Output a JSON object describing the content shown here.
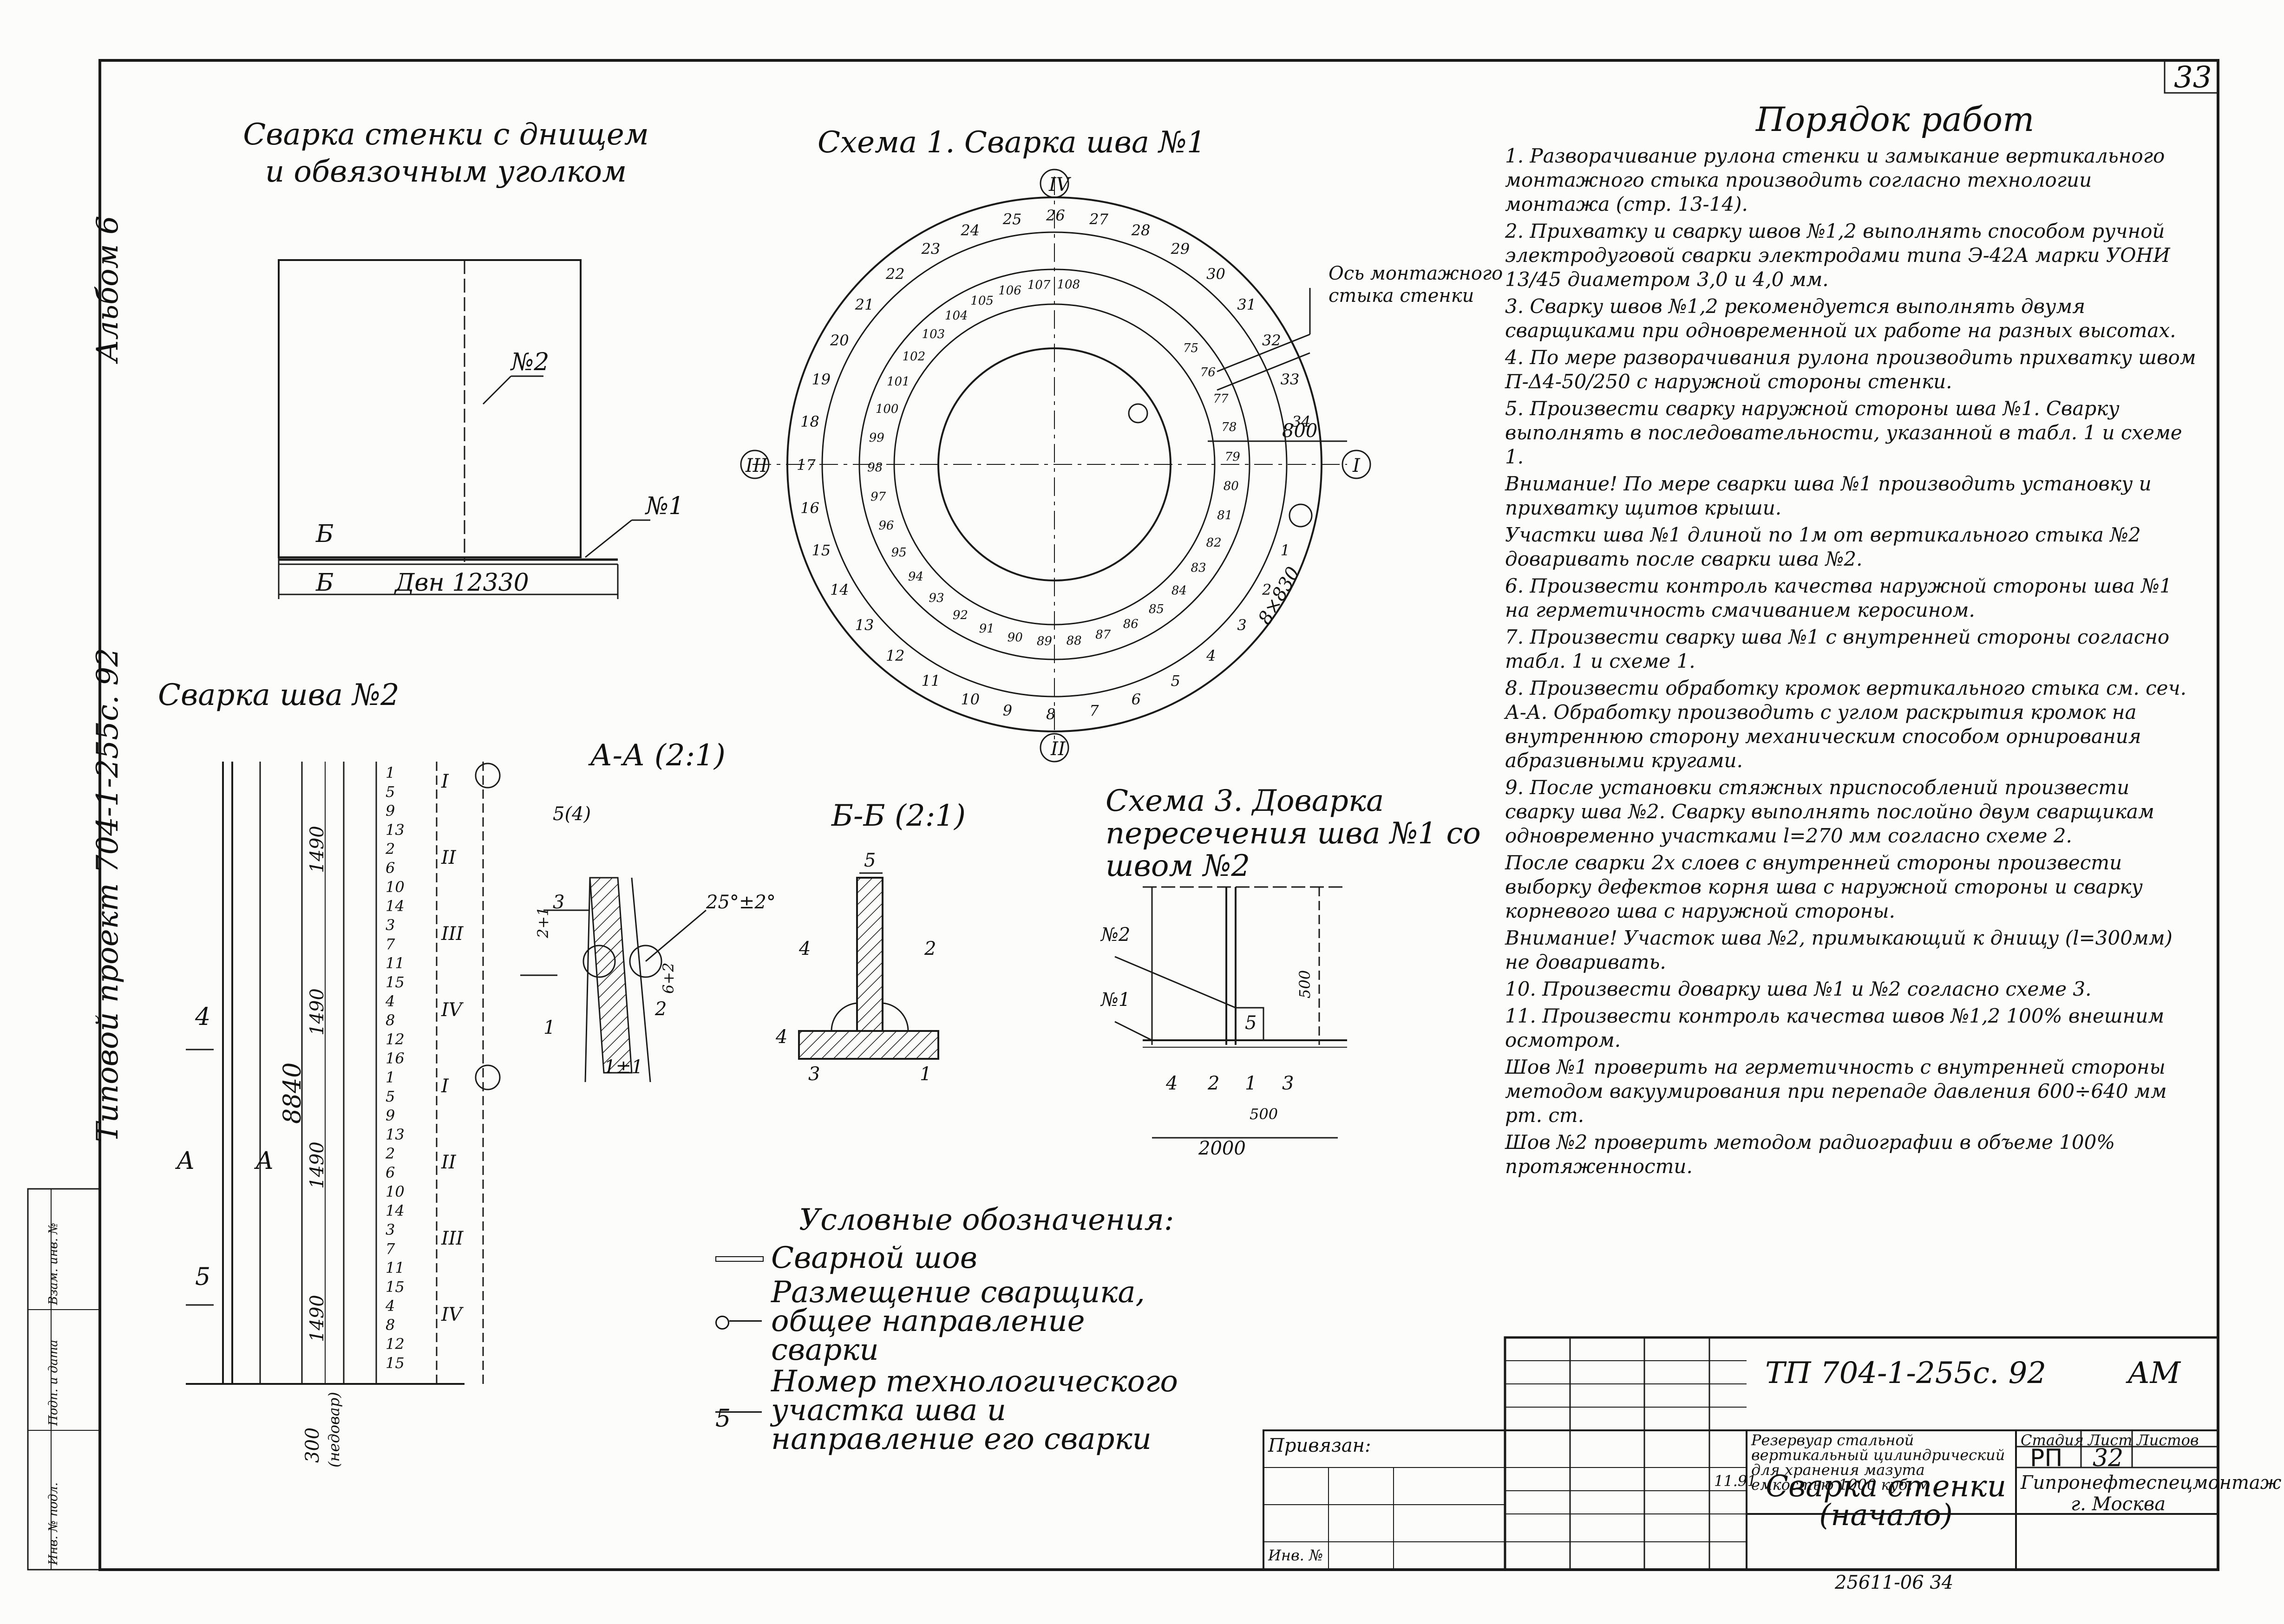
{
  "sheet": {
    "page_number": "33",
    "album": "Альбом 6",
    "project_side": "Типовой проект 704-1-255с. 92"
  },
  "views": {
    "wall_bottom_title": "Сварка стенки с днищем и обвязочным уголком",
    "seam2_label": "№2",
    "seam1_label": "№1",
    "section_mark": "Б",
    "diameter_label": "Двн 12330",
    "weld2_title": "Сварка шва №2",
    "height_total": "8840",
    "height_seg": "1490",
    "bottom_note": "300",
    "bottom_note2": "(недовар)",
    "dim_4": "4",
    "dim_5": "5",
    "section_A": "А",
    "seam2_parts": [
      "1",
      "5",
      "9",
      "13",
      "2",
      "6",
      "10",
      "14",
      "3",
      "7",
      "11",
      "15",
      "4",
      "8",
      "12",
      "16",
      "1",
      "5",
      "9",
      "13",
      "2",
      "6",
      "10",
      "14",
      "3",
      "7",
      "11",
      "15",
      "4",
      "8",
      "12",
      "15"
    ],
    "seam2_roman": [
      "I",
      "II",
      "III",
      "IV",
      "I",
      "II",
      "III",
      "IV"
    ]
  },
  "scheme1": {
    "title": "Схема 1. Сварка шва №1",
    "axis_label": "Ось монтажного стыка стенки",
    "axes": [
      "I",
      "II",
      "III",
      "IV"
    ],
    "dim_800": "800",
    "dim_830": "8×830",
    "outer_nums": [
      "1",
      "2",
      "3",
      "4",
      "5",
      "6",
      "7",
      "8",
      "9",
      "10",
      "11",
      "12",
      "13",
      "14",
      "15",
      "16",
      "17",
      "18",
      "19",
      "20",
      "21",
      "22",
      "23",
      "24",
      "25",
      "26",
      "27",
      "28",
      "29",
      "30",
      "31",
      "32",
      "33",
      "34"
    ],
    "inner_nums": [
      "75",
      "76",
      "77",
      "78",
      "79",
      "80",
      "81",
      "82",
      "83",
      "84",
      "85",
      "86",
      "87",
      "88",
      "89",
      "90",
      "91",
      "92",
      "93",
      "94",
      "95",
      "96",
      "97",
      "98",
      "99",
      "100",
      "101",
      "102",
      "103",
      "104",
      "105",
      "106",
      "107",
      "108"
    ]
  },
  "sectionAA": {
    "title": "А-А (2:1)",
    "labels": [
      "5(4)",
      "3",
      "2+1",
      "25°±2°",
      "6+2",
      "1",
      "2",
      "1±1"
    ]
  },
  "sectionBB": {
    "title": "Б-Б (2:1)",
    "labels": [
      "5",
      "4",
      "2",
      "4",
      "3",
      "1"
    ]
  },
  "scheme3": {
    "title": "Схема 3. Доварка пересечения шва №1 со швом №2",
    "labels": [
      "№2",
      "№1",
      "500",
      "5",
      "4",
      "2",
      "1",
      "3",
      "500",
      "2000"
    ]
  },
  "legend": {
    "title": "Условные обозначения:",
    "items": [
      "Сварной шов",
      "Размещение сварщика, общее направление сварки",
      "Номер технологического участка шва и направление его сварки"
    ],
    "num_symbol": "5"
  },
  "work_order": {
    "title": "Порядок работ",
    "notes": [
      "1. Разворачивание рулона стенки и замыкание вертикального монтажного стыка производить согласно технологии монтажа (стр. 13-14).",
      "2. Прихватку и сварку швов №1,2 выполнять способом ручной электродуговой сварки электродами типа Э-42А марки УОНИ 13/45 диаметром 3,0 и 4,0 мм.",
      "3. Сварку швов №1,2 рекомендуется выполнять двумя сварщиками при одновременной их работе на разных высотах.",
      "4. По мере разворачивания рулона производить прихватку швом П-Δ4-50/250 с наружной стороны стенки.",
      "5. Произвести сварку наружной стороны шва №1. Сварку выполнять в последовательности, указанной в табл. 1 и схеме 1.",
      "Внимание! По мере сварки шва №1 производить установку и прихватку щитов крыши.",
      "Участки шва №1 длиной по 1м от вертикального стыка №2 доваривать после сварки шва №2.",
      "6. Произвести контроль качества наружной стороны шва №1 на герметичность смачиванием керосином.",
      "7. Произвести сварку шва №1 с внутренней стороны согласно табл. 1 и схеме 1.",
      "8. Произвести обработку кромок вертикального стыка см. сеч. А-А. Обработку производить с углом раскрытия кромок на внутреннюю сторону механическим способом орнирования абразивными кругами.",
      "9. После установки стяжных приспособлений произвести сварку шва №2. Сварку выполнять послойно двум сварщикам одновременно участками l=270 мм согласно схеме 2.",
      "После сварки 2х слоев с внутренней стороны произвести выборку дефектов корня шва с наружной стороны и сварку корневого шва с наружной стороны.",
      "Внимание! Участок шва №2, примыкающий к днищу (l=300мм) не доваривать.",
      "10. Произвести доварку шва №1 и №2 согласно схеме 3.",
      "11. Произвести контроль качества швов №1,2 100% внешним осмотром.",
      "Шов №1 проверить на герметичность с внутренней стороны методом вакуумирования при перепаде давления 600÷640 мм рт. ст.",
      "Шов №2 проверить методом радиографии в объеме 100% протяженности."
    ]
  },
  "title_block": {
    "code": "ТП 704-1-255с. 92",
    "mark": "АМ",
    "approved": "Привязан:",
    "inv": "Инв. №",
    "desc": "Резервуар стальной вертикальный цилиндрический для хранения мазута емкостью 1000 куб. м",
    "stage_hdr": "Стадия",
    "sheet_hdr": "Лист",
    "sheets_hdr": "Листов",
    "stage": "РП",
    "sheet": "32",
    "drawing": "Сварка стенки (начало)",
    "org": "Гипронефтеспецмонтаж г. Москва",
    "date": "11.91",
    "archive": "25611-06  34",
    "side_stamps": [
      "Инв. № подл.",
      "Подп. и дата",
      "Взам. инв. №"
    ]
  }
}
